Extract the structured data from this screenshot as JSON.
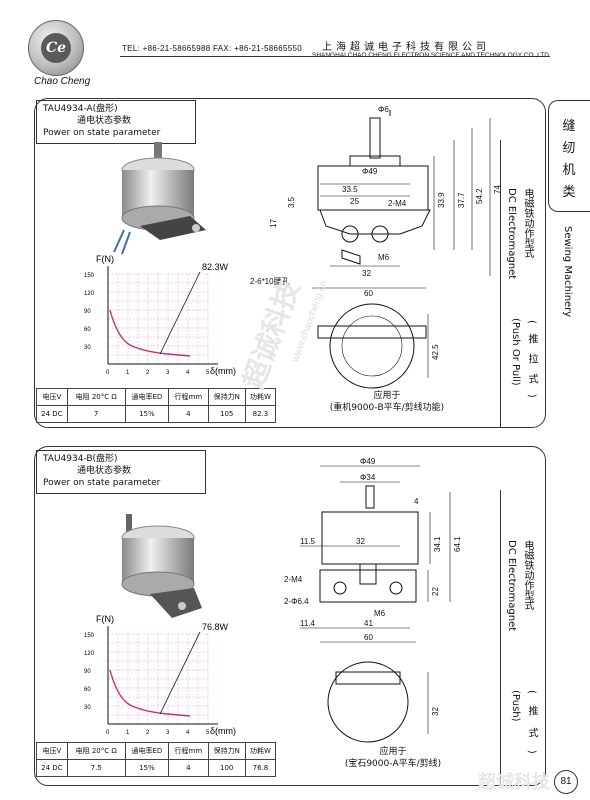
{
  "header": {
    "logo_text": "Ce",
    "brand": "Chao Cheng",
    "tel_fax": "TEL: +86-21-58665988  FAX: +86-21-58665550",
    "company_cn": "上海超诚电子科技有限公司",
    "company_en": "SHANGHAI CHAO CHENG ELECTRON SCIENCE AND TECHNOLOGY CO.,LTD."
  },
  "side": {
    "category_cn": [
      "缝",
      "纫",
      "机",
      "类"
    ],
    "category_en": "Sewing Machinery",
    "type_cn": "电磁铁动作型式",
    "type_en": "DC Electromagnet",
    "push_pull_en": "(Push Or Pull)",
    "push_pull_cn": "(推拉式)",
    "push_en": "(Push)",
    "push_cn": "(推式)"
  },
  "products": [
    {
      "model": "TAU4934-A(盘形)",
      "state_cn": "通电状态参数",
      "state_en": "Power on state parameter",
      "curve_label": "82.3W",
      "table_headers": [
        "电压V",
        "电阻 20°C Ω",
        "通电率ED",
        "行程mm",
        "保持力N",
        "功耗W"
      ],
      "table_values": [
        "24 DC",
        "7",
        "15%",
        "4",
        "105",
        "82.3"
      ],
      "application_label": "应用于",
      "application": "(重机9000-B平车/剪线功能)",
      "dims": {
        "d_shaft": "Φ6",
        "d_body": "Φ49",
        "w_33_5": "33.5",
        "w_25": "25",
        "m4": "2-M4",
        "h_3_5": "3.5",
        "h_17": "17",
        "h_33_9": "33.9",
        "h_37_7": "37.7",
        "h_54_2": "54.2",
        "h_74": "74",
        "m6": "M6",
        "w_32": "32",
        "w_60": "60",
        "slot": "2-6*10腰孔",
        "h_42_5": "42.5"
      }
    },
    {
      "model": "TAU4934-B(盘形)",
      "state_cn": "通电状态参数",
      "state_en": "Power on state parameter",
      "curve_label": "76.8W",
      "table_headers": [
        "电压V",
        "电阻 20°C Ω",
        "通电率ED",
        "行程mm",
        "保持力N",
        "功耗W"
      ],
      "table_values": [
        "24 DC",
        "7.5",
        "15%",
        "4",
        "100",
        "76.8"
      ],
      "application_label": "应用于",
      "application": "(宝石9000-A平车/剪线)",
      "dims": {
        "d_body": "Φ49",
        "d_34": "Φ34",
        "h_4": "4",
        "w_11_5": "11.5",
        "w_32": "32",
        "h_34_1": "34.1",
        "h_64_1": "64.1",
        "m4": "2-M4",
        "hole": "2-Φ6.4",
        "h_22": "22",
        "m6": "M6",
        "w_11_4": "11.4",
        "w_41": "41",
        "w_60": "60",
        "h_32": "32"
      }
    }
  ],
  "plot": {
    "ylabel": "F(N)",
    "xlabel": "δ(mm)",
    "yticks": [
      "150",
      "120",
      "90",
      "60",
      "30"
    ],
    "xticks": [
      "0",
      "1",
      "2",
      "3",
      "4",
      "5"
    ]
  },
  "watermark": "超诚科技",
  "watermark_url": "www.chaocheng.cn",
  "page_number": "81",
  "colors": {
    "grid": "#e89ac0",
    "curve": "#c0307a"
  }
}
